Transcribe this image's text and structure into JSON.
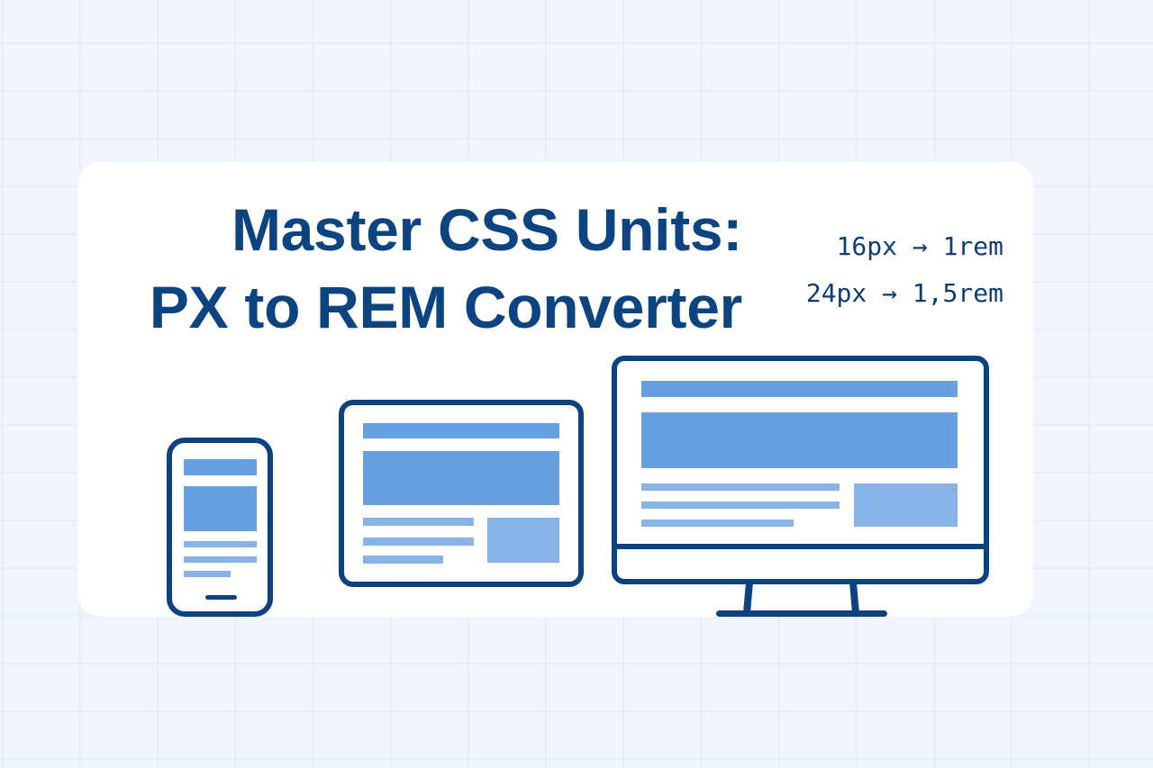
{
  "title": {
    "line1": "Master CSS Units:",
    "line2": "PX to REM Converter"
  },
  "conversions": [
    {
      "label": "16px → 1rem",
      "px": 16,
      "rem": "1"
    },
    {
      "label": "24px → 1,5rem",
      "px": 24,
      "rem": "1,5"
    }
  ],
  "devices": [
    "phone",
    "tablet",
    "desktop-monitor"
  ],
  "colors": {
    "navy": "#0b4282",
    "primary_blue": "#66a0e0",
    "light_blue": "#88b3e8",
    "background": "#f1f6fc",
    "card": "#ffffff"
  }
}
